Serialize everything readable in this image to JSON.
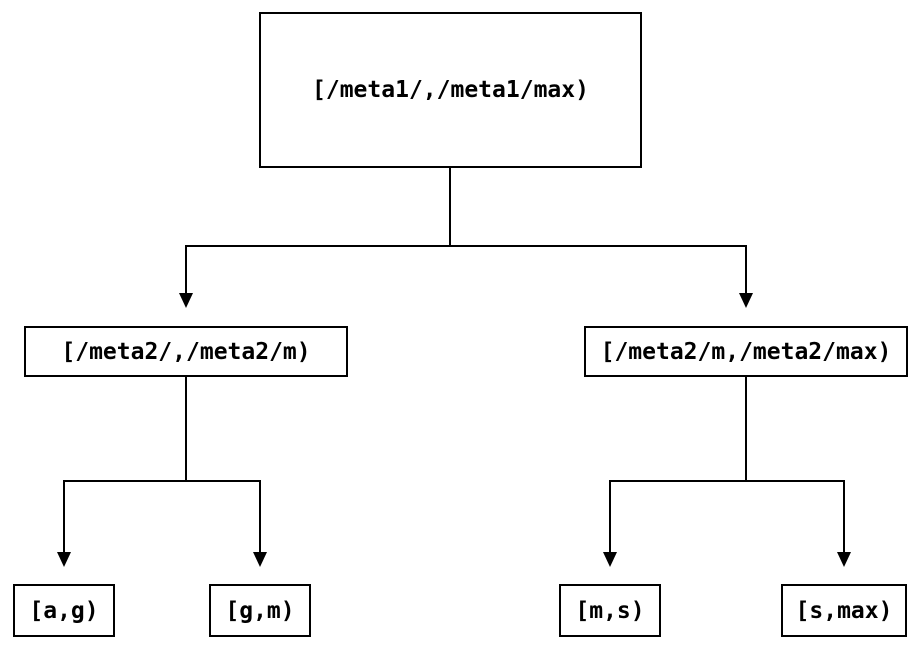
{
  "diagram": {
    "type": "tree",
    "colors": {
      "background": "#ffffff",
      "line": "#000000",
      "text": "#000000",
      "node_fill": "#ffffff"
    },
    "nodes": {
      "root": {
        "label": "[/meta1/,/meta1/max)"
      },
      "meta2_left": {
        "label": "[/meta2/,/meta2/m)"
      },
      "meta2_right": {
        "label": "[/meta2/m,/meta2/max)"
      },
      "leaf_ag": {
        "label": "[a,g)"
      },
      "leaf_gm": {
        "label": "[g,m)"
      },
      "leaf_ms": {
        "label": "[m,s)"
      },
      "leaf_smax": {
        "label": "[s,max)"
      }
    },
    "edges": [
      {
        "from": "root",
        "to": "meta2_left"
      },
      {
        "from": "root",
        "to": "meta2_right"
      },
      {
        "from": "meta2_left",
        "to": "leaf_ag"
      },
      {
        "from": "meta2_left",
        "to": "leaf_gm"
      },
      {
        "from": "meta2_right",
        "to": "leaf_ms"
      },
      {
        "from": "meta2_right",
        "to": "leaf_smax"
      }
    ]
  }
}
